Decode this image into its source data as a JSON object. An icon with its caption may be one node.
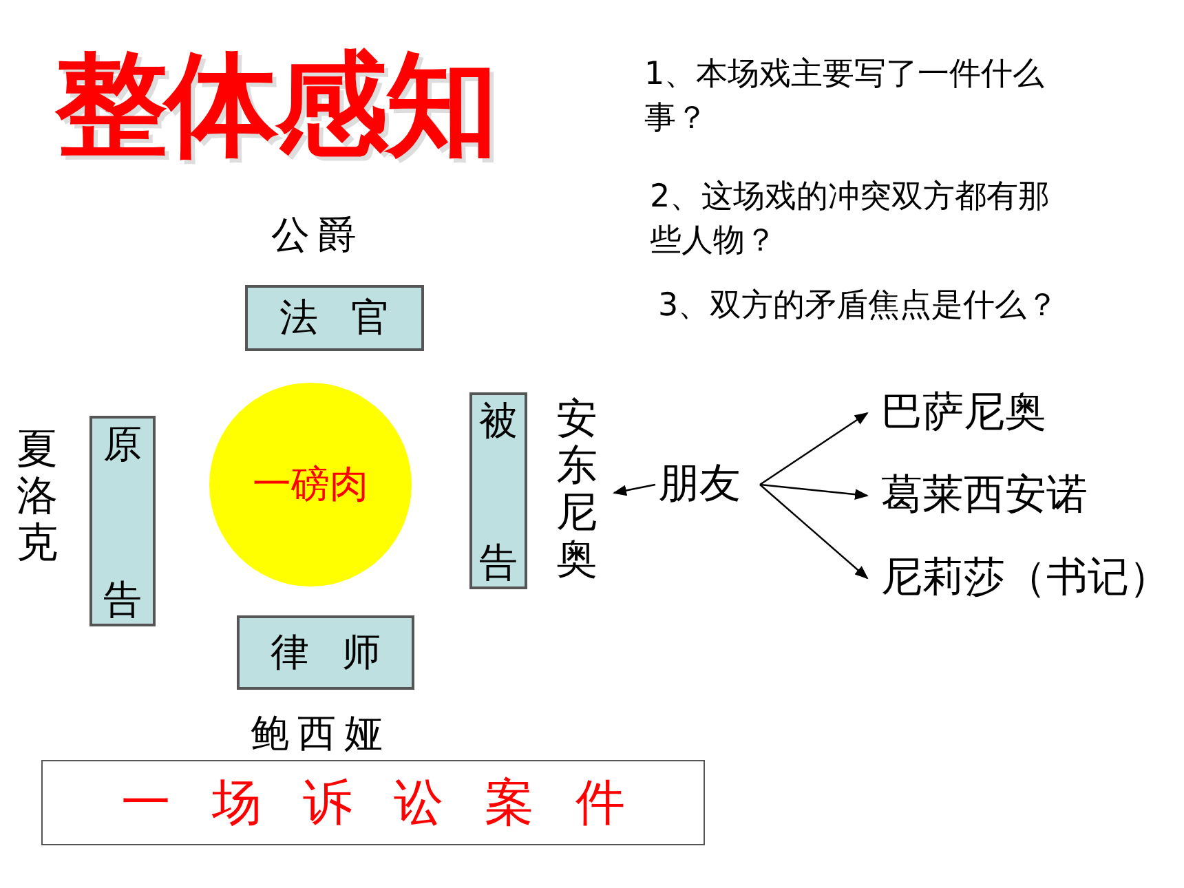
{
  "diagram": {
    "title": "整体感知",
    "nodes": [
      {
        "text": [
          "法官"
        ],
        "beside": [
          "公爵"
        ]
      },
      {
        "text": [
          "原告"
        ],
        "beside": [
          "夏洛克"
        ]
      },
      {
        "text": [
          "一磅肉"
        ]
      },
      {
        "text": [
          "被告"
        ]
      },
      {
        "text": [
          "安东尼奥"
        ]
      },
      {
        "text": [
          "律师"
        ],
        "beside": [
          "鲍西娅"
        ]
      },
      {
        "text": [
          "一场诉讼案件"
        ]
      },
      {
        "text": [
          "朋友"
        ]
      },
      {
        "text": [
          "巴萨尼奥"
        ]
      },
      {
        "text": [
          "葛莱西安诺"
        ]
      },
      {
        "text": [
          "尼莉莎（书记）"
        ]
      }
    ],
    "edges": [
      {
        "from": 7,
        "to": 4,
        "arrow": "to"
      },
      {
        "from": 7,
        "to": 8,
        "arrow": "to"
      },
      {
        "from": 7,
        "to": 9,
        "arrow": "to"
      },
      {
        "from": 7,
        "to": 10,
        "arrow": "to"
      }
    ],
    "labels": [
      "1、本场戏主要写了一件什么事？",
      "2、这场戏的冲突双方都有那些人物？",
      "3、双方的矛盾焦点是什么？"
    ]
  }
}
